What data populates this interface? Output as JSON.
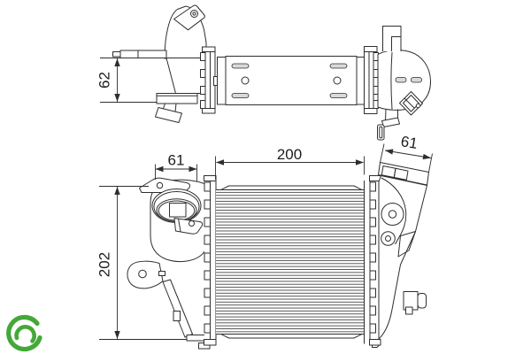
{
  "diagram": {
    "background": "#ffffff",
    "line_color": "#2e2e2e",
    "logo_color": "#44a838",
    "labels": {
      "dim_top_height": "62",
      "dim_inlet_width": "61",
      "dim_core_width": "200",
      "dim_right_tank_width": "61",
      "dim_overall_height": "202"
    }
  }
}
